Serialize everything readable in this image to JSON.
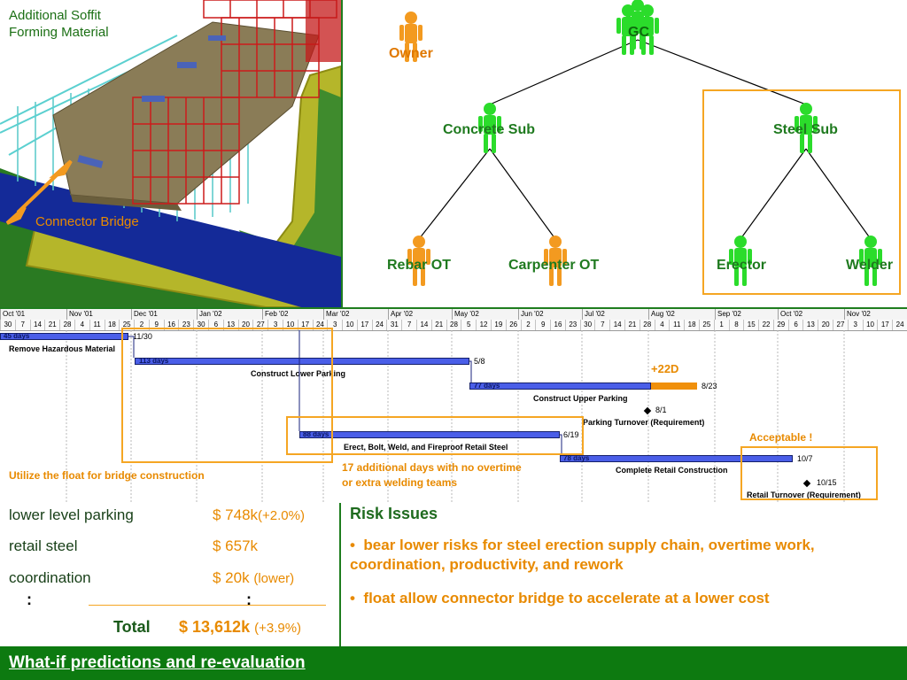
{
  "model_3d": {
    "labels": {
      "soffit": "Additional Soffit Forming Material",
      "connector": "Connector Bridge"
    },
    "colors": {
      "structure": "#8b7d5a",
      "rebar": "#c41a1a",
      "bridge": "#132a96",
      "road": "#b7b621",
      "support": "#4fc7c7"
    }
  },
  "org_chart": {
    "nodes": {
      "owner": "Owner",
      "gc": "GC",
      "concrete_sub": "Concrete Sub",
      "steel_sub": "Steel Sub",
      "rebar_ot": "Rebar OT",
      "carpenter_ot": "Carpenter OT",
      "erector": "Erector",
      "welder": "Welder"
    },
    "colors": {
      "green_person": "#2bdc2b",
      "orange_person": "#f39a20"
    }
  },
  "gantt": {
    "months": [
      "Oct '01",
      "Nov '01",
      "Dec '01",
      "Jan '02",
      "Feb '02",
      "Mar '02",
      "Apr '02",
      "May '02",
      "Jun '02",
      "Jul '02",
      "Aug '02",
      "Sep '02",
      "Oct '02",
      "Nov '02"
    ],
    "days": [
      "30",
      "7",
      "14",
      "21",
      "28",
      "4",
      "11",
      "18",
      "25",
      "2",
      "9",
      "16",
      "23",
      "30",
      "6",
      "13",
      "20",
      "27",
      "3",
      "10",
      "17",
      "24",
      "3",
      "10",
      "17",
      "24",
      "31",
      "7",
      "14",
      "21",
      "28",
      "5",
      "12",
      "19",
      "26",
      "2",
      "9",
      "16",
      "23",
      "30",
      "7",
      "14",
      "21",
      "28",
      "4",
      "11",
      "18",
      "25",
      "1",
      "8",
      "15",
      "22",
      "29",
      "6",
      "13",
      "20",
      "27",
      "3",
      "10",
      "17",
      "24"
    ],
    "tasks": {
      "remove_hazardous": {
        "name": "Remove Hazardous Material",
        "duration": "45 days",
        "end": "11/30"
      },
      "lower_parking": {
        "name": "Construct Lower Parking",
        "duration": "113 days",
        "end": "5/8"
      },
      "upper_parking": {
        "name": "Construct Upper Parking",
        "duration": "77 days",
        "end": "8/23"
      },
      "parking_turnover": {
        "name": "Parking Turnover (Requirement)",
        "date": "8/1"
      },
      "retail_steel": {
        "name": "Erect, Bolt, Weld, and Fireproof Retail Steel",
        "duration": "88 days",
        "end": "6/19"
      },
      "retail_construction": {
        "name": "Complete Retail Construction",
        "duration": "78 days",
        "end": "10/7"
      },
      "retail_turnover": {
        "name": "Retail Turnover (Requirement)",
        "date": "10/15"
      }
    },
    "annotations": {
      "delay": "+22D",
      "acceptable": "Acceptable !",
      "float_note": "Utilize the float for bridge construction",
      "additional_days_line1": "17 additional days with no overtime",
      "additional_days_line2": "or extra welding teams"
    }
  },
  "costs": {
    "rows": [
      {
        "label": "lower level parking",
        "value": "$ 748k",
        "delta": "(+2.0%)"
      },
      {
        "label": "retail steel",
        "value": "$ 657k",
        "delta": ""
      },
      {
        "label": "coordination",
        "value": "$ 20k",
        "delta": "(lower)"
      }
    ],
    "ellipsis_left": ":",
    "ellipsis_right": ":",
    "total_label": "Total",
    "total_value": "$ 13,612k",
    "total_delta": "(+3.9%)"
  },
  "risk": {
    "title": "Risk Issues",
    "items": [
      "bear lower risks for steel erection supply chain, overtime work, coordination, productivity, and rework",
      "float allow connector bridge to accelerate at a lower cost"
    ]
  },
  "footer": {
    "title": "What-if predictions and re-evaluation"
  }
}
